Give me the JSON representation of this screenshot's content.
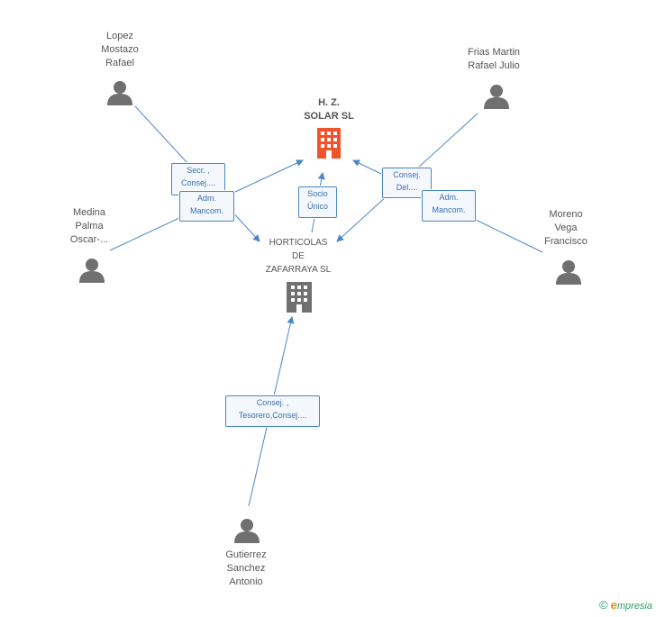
{
  "companies": {
    "hz_solar": {
      "name_line1": "H. Z.",
      "name_line2": "SOLAR SL",
      "color": "#f0542a"
    },
    "horticolas": {
      "name_line1": "HORTICOLAS",
      "name_line2": "DE",
      "name_line3": "ZAFARRAYA SL",
      "color": "#707070"
    }
  },
  "people": {
    "lopez": {
      "line1": "Lopez",
      "line2": "Mostazo",
      "line3": "Rafael"
    },
    "frias": {
      "line1": "Frias Martin",
      "line2": "Rafael Julio"
    },
    "medina": {
      "line1": "Medina",
      "line2": "Palma",
      "line3": "Oscar-..."
    },
    "moreno": {
      "line1": "Moreno",
      "line2": "Vega",
      "line3": "Francisco"
    },
    "gutierrez": {
      "line1": "Gutierrez",
      "line2": "Sanchez",
      "line3": "Antonio"
    }
  },
  "relations": {
    "lopez_secr": {
      "line1": "Secr. ,",
      "line2": "Consej...."
    },
    "medina_adm": {
      "line1": "Adm.",
      "line2": "Mancom."
    },
    "socio_unico": {
      "line1": "Socio",
      "line2": "Único"
    },
    "frias_consej": {
      "line1": "Consej.",
      "line2": "Del...."
    },
    "moreno_adm": {
      "line1": "Adm.",
      "line2": "Mancom."
    },
    "gutierrez_consej": {
      "line1": "Consej. ,",
      "line2": "Tesorero,Consej...."
    }
  },
  "footer": {
    "copyright": "©",
    "brand_initial": "e",
    "brand_rest": "mpresia"
  },
  "colors": {
    "edge": "#4a86c8",
    "person_icon": "#707070"
  }
}
